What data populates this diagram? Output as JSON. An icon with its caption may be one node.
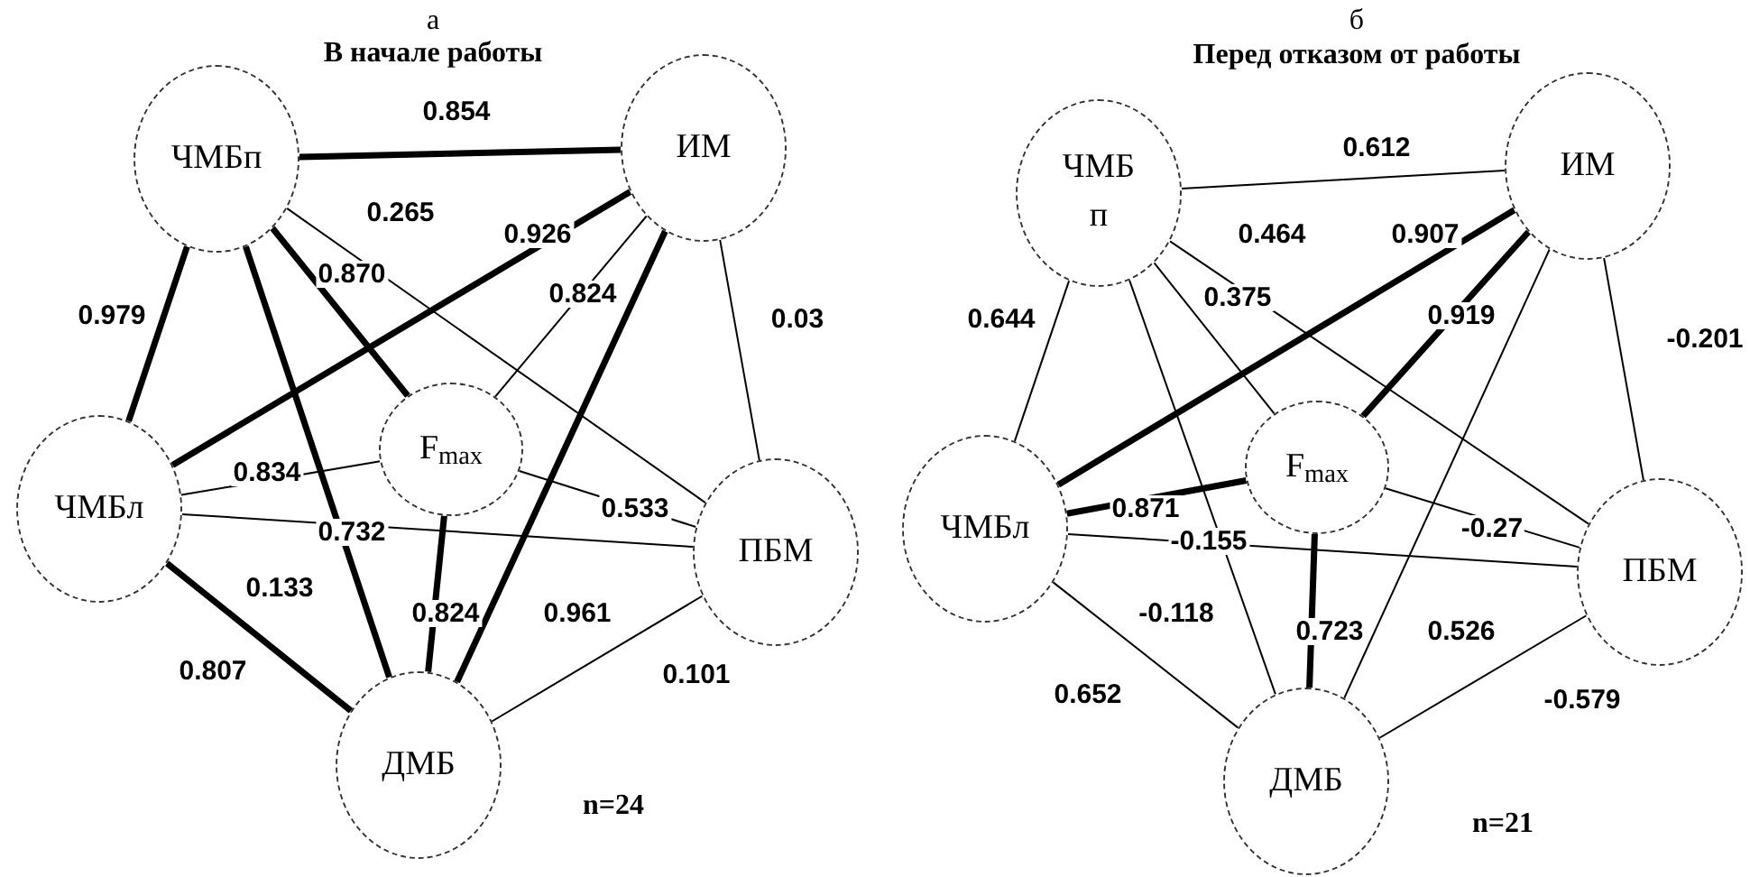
{
  "diagram": {
    "nodes": [
      {
        "text": [
          "ЧМБп"
        ]
      },
      {
        "text": [
          "ИМ"
        ]
      },
      {
        "text": [
          "ЧМБл"
        ]
      },
      {
        "text": [
          "F$_{max}$"
        ]
      },
      {
        "text": [
          "ПБМ"
        ]
      },
      {
        "text": [
          "ДМБ"
        ]
      },
      {
        "text": [
          "ЧМБ п"
        ]
      },
      {
        "text": [
          "ИМ"
        ]
      },
      {
        "text": [
          "ЧМБл"
        ]
      },
      {
        "text": [
          "F$_{max}$"
        ]
      },
      {
        "text": [
          "ПБМ"
        ]
      },
      {
        "text": [
          "ДМБ"
        ]
      }
    ],
    "edges": [
      {
        "from": 0,
        "to": 1,
        "arrow": "none",
        "label": "0.854",
        "style": "thick"
      },
      {
        "from": 0,
        "to": 4,
        "arrow": "none",
        "label": "0.265"
      },
      {
        "from": 2,
        "to": 1,
        "arrow": "none",
        "label": "0.926",
        "style": "thick"
      },
      {
        "from": 0,
        "to": 3,
        "arrow": "none",
        "label": "0.870",
        "style": "thick"
      },
      {
        "from": 1,
        "to": 3,
        "arrow": "none",
        "label": "0.824"
      },
      {
        "from": 1,
        "to": 4,
        "arrow": "none",
        "label": "0.03"
      },
      {
        "from": 0,
        "to": 2,
        "arrow": "none",
        "label": "0.979",
        "style": "thick"
      },
      {
        "from": 2,
        "to": 3,
        "arrow": "none",
        "label": "0.834"
      },
      {
        "from": 0,
        "to": 5,
        "arrow": "none",
        "label": "0.732",
        "style": "thick"
      },
      {
        "from": 3,
        "to": 4,
        "arrow": "none",
        "label": "0.533"
      },
      {
        "from": 2,
        "to": 4,
        "arrow": "none",
        "label": "0.133"
      },
      {
        "from": 3,
        "to": 5,
        "arrow": "none",
        "label": "0.824",
        "style": "thick"
      },
      {
        "from": 1,
        "to": 5,
        "arrow": "none",
        "label": "0.961",
        "style": "thick"
      },
      {
        "from": 2,
        "to": 5,
        "arrow": "none",
        "label": "0.807",
        "style": "thick"
      },
      {
        "from": 4,
        "to": 5,
        "arrow": "none",
        "label": "0.101"
      },
      {
        "from": 6,
        "to": 7,
        "arrow": "none",
        "label": "0.612"
      },
      {
        "from": 6,
        "to": 10,
        "arrow": "none",
        "label": "0.464"
      },
      {
        "from": 8,
        "to": 7,
        "arrow": "none",
        "label": "0.907",
        "style": "thick"
      },
      {
        "from": 6,
        "to": 9,
        "arrow": "none",
        "label": "0.375"
      },
      {
        "from": 7,
        "to": 9,
        "arrow": "none",
        "label": "0.919",
        "style": "thick"
      },
      {
        "from": 7,
        "to": 10,
        "arrow": "none",
        "label": "-0.201"
      },
      {
        "from": 6,
        "to": 8,
        "arrow": "none",
        "label": "0.644"
      },
      {
        "from": 8,
        "to": 9,
        "arrow": "none",
        "label": "0.871",
        "style": "thick"
      },
      {
        "from": 6,
        "to": 11,
        "arrow": "none",
        "label": "-0.155"
      },
      {
        "from": 9,
        "to": 10,
        "arrow": "none",
        "label": "-0.27"
      },
      {
        "from": 8,
        "to": 10,
        "arrow": "none",
        "label": "-0.118"
      },
      {
        "from": 9,
        "to": 11,
        "arrow": "none",
        "label": "0.723",
        "style": "thick"
      },
      {
        "from": 7,
        "to": 11,
        "arrow": "none",
        "label": "0.526"
      },
      {
        "from": 8,
        "to": 11,
        "arrow": "none",
        "label": "0.652"
      },
      {
        "from": 10,
        "to": 11,
        "arrow": "none",
        "label": "-0.579"
      }
    ],
    "labels": [
      "а",
      "В начале работы",
      "n=24",
      "б",
      "Перед отказом от работы",
      "n=21"
    ]
  }
}
